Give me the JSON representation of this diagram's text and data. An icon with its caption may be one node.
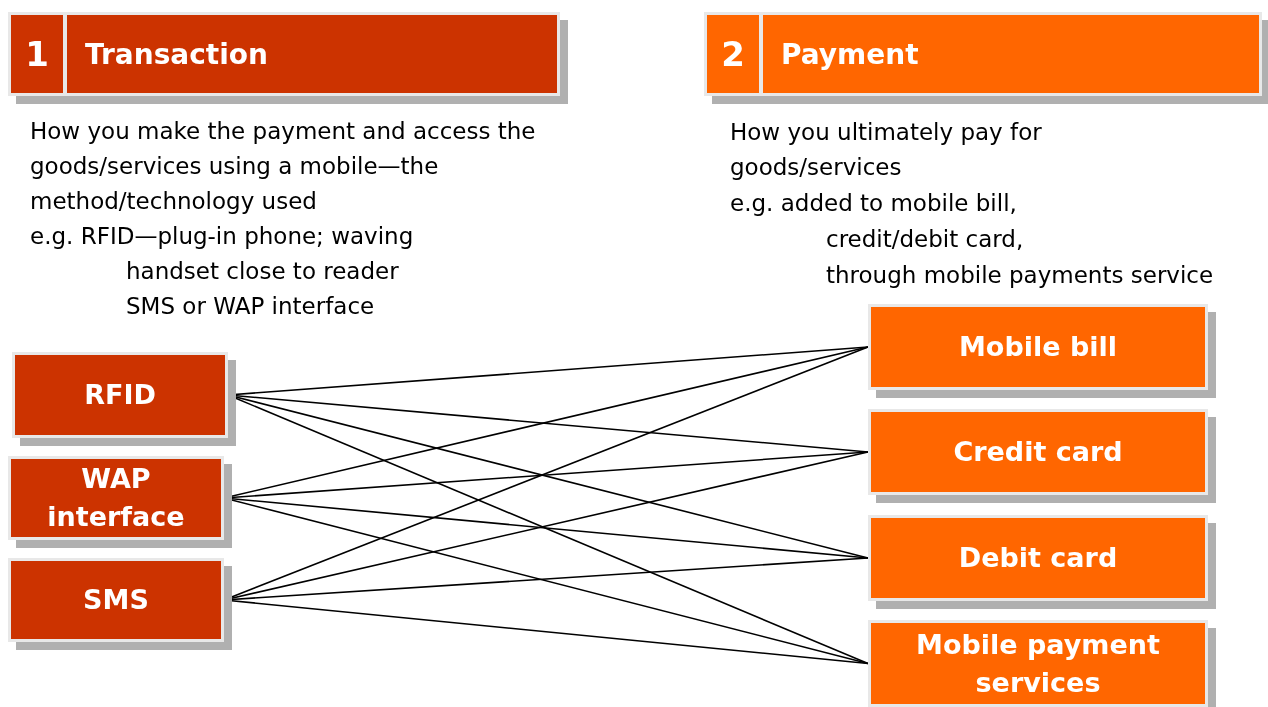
{
  "diagram": {
    "nodes": [
      {
        "text": [
          "1",
          "Transaction"
        ]
      },
      {
        "text": [
          "2",
          "Payment"
        ]
      },
      {
        "text": [
          "RFID"
        ]
      },
      {
        "text": [
          "WAP interface"
        ]
      },
      {
        "text": [
          "SMS"
        ]
      },
      {
        "text": [
          "Mobile bill"
        ]
      },
      {
        "text": [
          "Credit card"
        ]
      },
      {
        "text": [
          "Debit card"
        ]
      },
      {
        "text": [
          "Mobile payment services"
        ]
      }
    ],
    "edges": [
      {
        "from": 2,
        "to": 5,
        "arrow": "none"
      },
      {
        "from": 2,
        "to": 6,
        "arrow": "none"
      },
      {
        "from": 2,
        "to": 7,
        "arrow": "none"
      },
      {
        "from": 2,
        "to": 8,
        "arrow": "none"
      },
      {
        "from": 3,
        "to": 5,
        "arrow": "none"
      },
      {
        "from": 3,
        "to": 6,
        "arrow": "none"
      },
      {
        "from": 3,
        "to": 7,
        "arrow": "none"
      },
      {
        "from": 3,
        "to": 8,
        "arrow": "none"
      },
      {
        "from": 4,
        "to": 5,
        "arrow": "none"
      },
      {
        "from": 4,
        "to": 6,
        "arrow": "none"
      },
      {
        "from": 4,
        "to": 7,
        "arrow": "none"
      },
      {
        "from": 4,
        "to": 8,
        "arrow": "none"
      }
    ],
    "labels": [
      "How you make the payment and access the goods/services using a mobile—the method/technology used",
      "e.g. RFID—plug-in phone; waving",
      "handset close to reader",
      "SMS or WAP interface",
      "How you ultimately pay for goods/services",
      "e.g. added to mobile bill,",
      "credit/debit card,",
      "through mobile payments service"
    ]
  }
}
